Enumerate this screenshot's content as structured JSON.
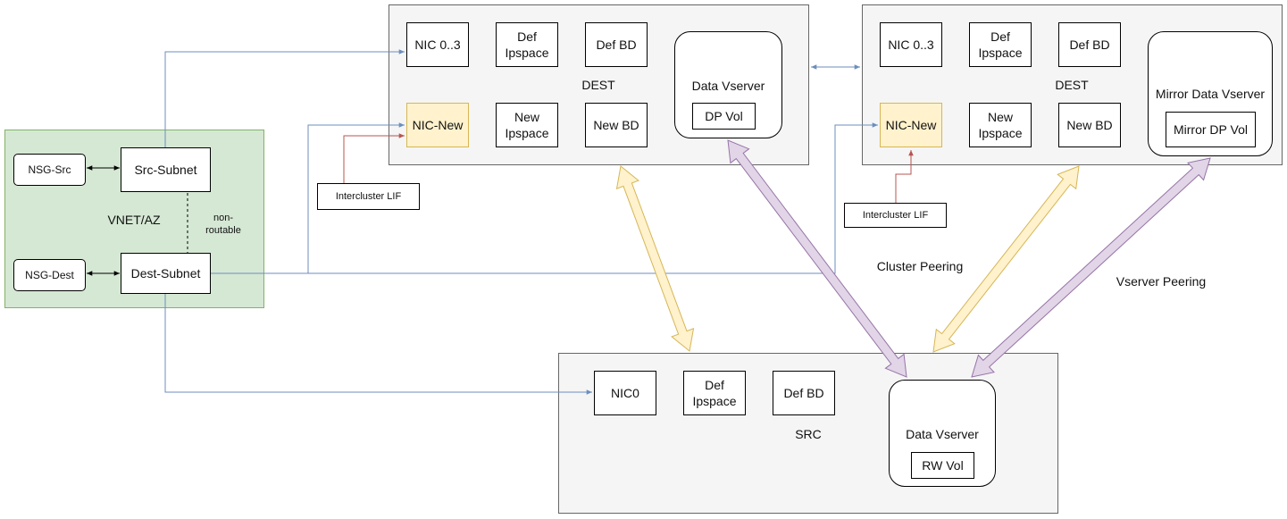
{
  "vnet": {
    "label": "VNET/AZ",
    "nsg_src": "NSG-Src",
    "nsg_dest": "NSG-Dest",
    "src_subnet": "Src-Subnet",
    "dest_subnet": "Dest-Subnet",
    "non_routable": "non-\nroutable"
  },
  "dest1": {
    "label": "DEST",
    "nic": "NIC 0..3",
    "def_ipspace": "Def\nIpspace",
    "def_bd": "Def BD",
    "nic_new": "NIC-New",
    "new_ipspace": "New\nIpspace",
    "new_bd": "New BD",
    "vserver": "Data Vserver",
    "vol": "DP Vol",
    "lif": "Intercluster LIF"
  },
  "dest2": {
    "label": "DEST",
    "nic": "NIC 0..3",
    "def_ipspace": "Def\nIpspace",
    "def_bd": "Def BD",
    "nic_new": "NIC-New",
    "new_ipspace": "New\nIpspace",
    "new_bd": "New BD",
    "vserver": "Mirror Data Vserver",
    "vol": "Mirror DP Vol",
    "lif": "Intercluster LIF"
  },
  "src": {
    "label": "SRC",
    "nic": "NIC0",
    "def_ipspace": "Def\nIpspace",
    "def_bd": "Def BD",
    "vserver": "Data Vserver",
    "vol": "RW Vol"
  },
  "labels": {
    "cluster_peering": "Cluster Peering",
    "vserver_peering": "Vserver Peering"
  },
  "colors": {
    "cluster_bg": "#f5f5f5",
    "vnet_bg": "#d5e8d4",
    "nic_new_bg": "#fff2cc",
    "blue_line": "#6c8ebf",
    "red_line": "#b85450",
    "orange_arrow": "#fff2cc",
    "orange_stroke": "#d6b656",
    "purple_arrow": "#e1d5e7",
    "purple_stroke": "#9673a6"
  }
}
